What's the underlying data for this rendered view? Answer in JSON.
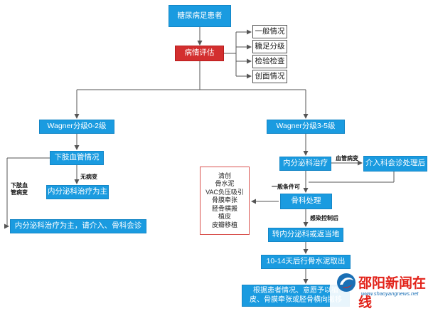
{
  "root": "糖尿病足患者",
  "assessment": {
    "title": "病情评估",
    "items": [
      "一般情况",
      "糖足分级",
      "检验检查",
      "创面情况"
    ]
  },
  "left_branch": {
    "grade": "Wagner分级0-2级",
    "vascular": "下肢血管情况",
    "no_lesion_label": "无病变",
    "no_lesion_treat": "内分泌科治疗为主",
    "lesion_label": "下肢血管病变",
    "lesion_treat": "内分泌科治疗为主，请介入、骨科会诊"
  },
  "right_branch": {
    "grade": "Wagner分级3-5级",
    "endo": "内分泌科治疗",
    "vascular_label": "血管病变",
    "interventional": "介入科会诊处理后",
    "general_label": "一般条件可",
    "ortho": "骨科处理",
    "ortho_measures": [
      "清创",
      "骨水泥",
      "VAC负压吸引",
      "骨膜牵张",
      "胫骨横搬",
      "植皮",
      "皮瓣移植"
    ],
    "infection_label": "感染控制后",
    "transfer": "转内分泌科或返当地",
    "cement": "10-14天后行骨水泥取出",
    "final": "根据患者情况、意愿予以植皮、骨膜牵张或胫骨横向搬移"
  },
  "watermark": {
    "title": "邵阳新闻在线",
    "url": "www.shaoyangnews.net"
  },
  "colors": {
    "blue": "#1a9be0",
    "red": "#d32f2f",
    "line": "#555555"
  }
}
